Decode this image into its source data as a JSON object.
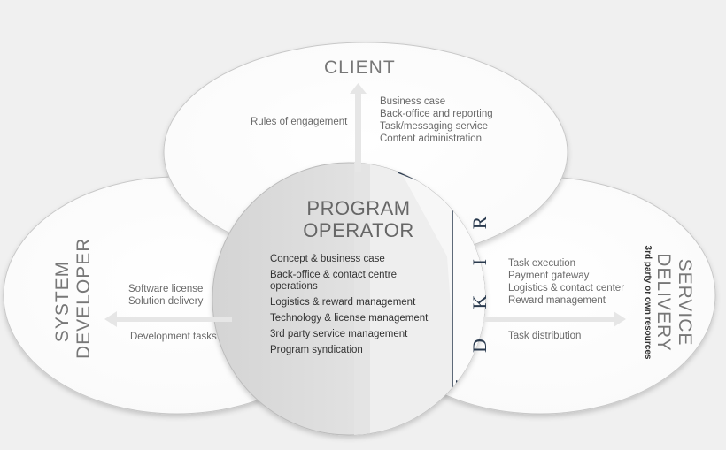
{
  "client": {
    "title": "CLIENT",
    "left_label": "Rules of engagement",
    "right_items": [
      "Business case",
      "Back-office and reporting",
      "Task/messaging service",
      "Content administration"
    ]
  },
  "system_developer": {
    "title_line1": "SYSTEM",
    "title_line2": "DEVELOPER",
    "items": [
      "Software license",
      "Solution delivery"
    ],
    "bottom_label": "Development tasks"
  },
  "service_delivery": {
    "title_line1": "SERVICE",
    "title_line2": "DELIVERY",
    "subtitle": "3rd party or own resources",
    "items": [
      "Task execution",
      "Payment gateway",
      "Logistics & contact center",
      "Reward management"
    ],
    "bottom_label": "Task distribution"
  },
  "program_operator": {
    "title_line1": "PROGRAM",
    "title_line2": "OPERATOR",
    "items": [
      "Concept & business case",
      "Back-office & contact centre operations",
      "Logistics & reward management",
      "Technology & license management",
      "3rd party service management",
      "Program syndication"
    ]
  },
  "banner_letters": "D K I R"
}
